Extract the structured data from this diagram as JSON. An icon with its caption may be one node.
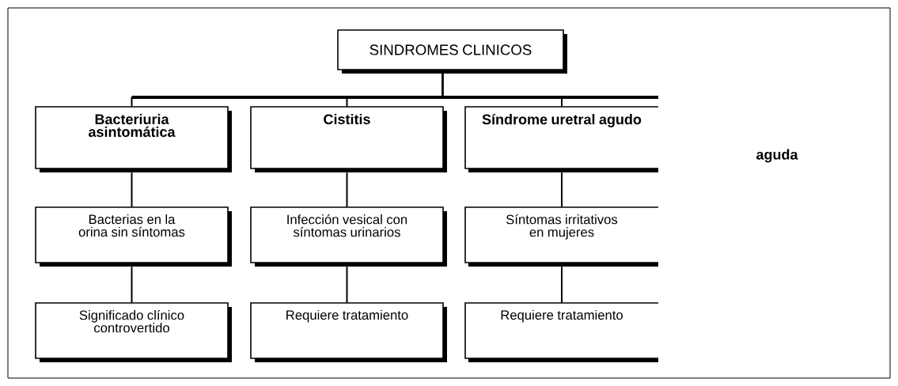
{
  "diagram": {
    "nodes": [
      {
        "text": [
          "SINDROMES CLINICOS"
        ]
      },
      {
        "text": [
          "Bacteriuria asintomática"
        ]
      },
      {
        "text": [
          "Cistitis"
        ]
      },
      {
        "text": [
          "Síndrome uretral agudo"
        ]
      },
      {
        "text": [
          "Bacterias en la orina sin síntomas"
        ]
      },
      {
        "text": [
          "Infección vesical con síntomas urinarios"
        ]
      },
      {
        "text": [
          "Síntomas irritativos en mujeres"
        ]
      },
      {
        "text": [
          "Significado clínico controvertido"
        ]
      },
      {
        "text": [
          "Requiere tratamiento"
        ]
      },
      {
        "text": [
          "Requiere tratamiento"
        ]
      }
    ],
    "edges": [
      {
        "from": 0,
        "to": 1,
        "arrow": "none"
      },
      {
        "from": 0,
        "to": 2,
        "arrow": "none"
      },
      {
        "from": 0,
        "to": 3,
        "arrow": "none"
      },
      {
        "from": 1,
        "to": 4,
        "arrow": "none"
      },
      {
        "from": 2,
        "to": 5,
        "arrow": "none"
      },
      {
        "from": 3,
        "to": 6,
        "arrow": "none"
      },
      {
        "from": 4,
        "to": 7,
        "arrow": "none"
      },
      {
        "from": 5,
        "to": 8,
        "arrow": "none"
      },
      {
        "from": 6,
        "to": 9,
        "arrow": "none"
      }
    ],
    "labels": [
      "aguda"
    ]
  }
}
